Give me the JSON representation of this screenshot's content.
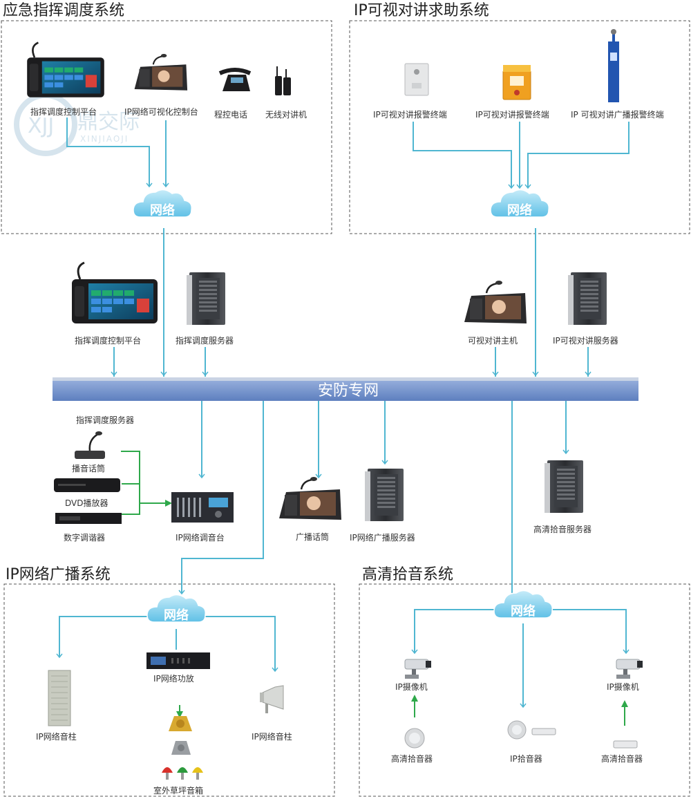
{
  "sections": {
    "emergency": "应急指挥调度系统",
    "intercom": "IP可视对讲求助系统",
    "broadcast": "IP网络广播系统",
    "pickup": "高清拾音系统"
  },
  "cloud_label": "网络",
  "bus_label": "安防专网",
  "watermark": {
    "name": "鼎交际",
    "pinyin": "XINJIAOJI",
    "mark": "XJJ"
  },
  "devices": {
    "cmd_platform_top": "指挥调度控制平台",
    "ip_visual_console": "IP网络可视化控制台",
    "program_phone": "程控电话",
    "walkie_talkie": "无线对讲机",
    "alarm_terminal_1": "IP可视对讲报警终端",
    "alarm_terminal_2": "IP可视对讲报警终端",
    "broadcast_alarm_terminal": "IP 可视对讲广播报警终端",
    "cmd_platform_mid": "指挥调度控制平台",
    "cmd_server_mid": "指挥调度服务器",
    "intercom_host": "可视对讲主机",
    "intercom_server": "IP可视对讲服务器",
    "cmd_server_low": "指挥调度服务器",
    "broadcast_mic": "播音话筒",
    "dvd_player": "DVD播放器",
    "digital_tuner": "数字调谐器",
    "ip_mixer": "IP网络调音台",
    "broadcast_mic_2": "广播话筒",
    "ip_broadcast_server": "IP网络广播服务器",
    "hd_pickup_server": "高清拾音服务器",
    "ip_column_left": "IP网络音柱",
    "ip_amplifier": "IP网络功放",
    "lawn_speaker": "室外草坪音箱",
    "ip_column_right": "IP网络音柱",
    "ip_camera_left": "IP摄像机",
    "ip_camera_right": "IP摄像机",
    "hd_pickup_left": "高清拾音器",
    "ip_pickup_mid": "IP拾音器",
    "hd_pickup_right": "高清拾音器"
  },
  "colors": {
    "bus": "#6f8fc9",
    "link": "#4fb6d1",
    "signal_arrow": "#2ea84a",
    "cloud": "#8fd3ee"
  }
}
